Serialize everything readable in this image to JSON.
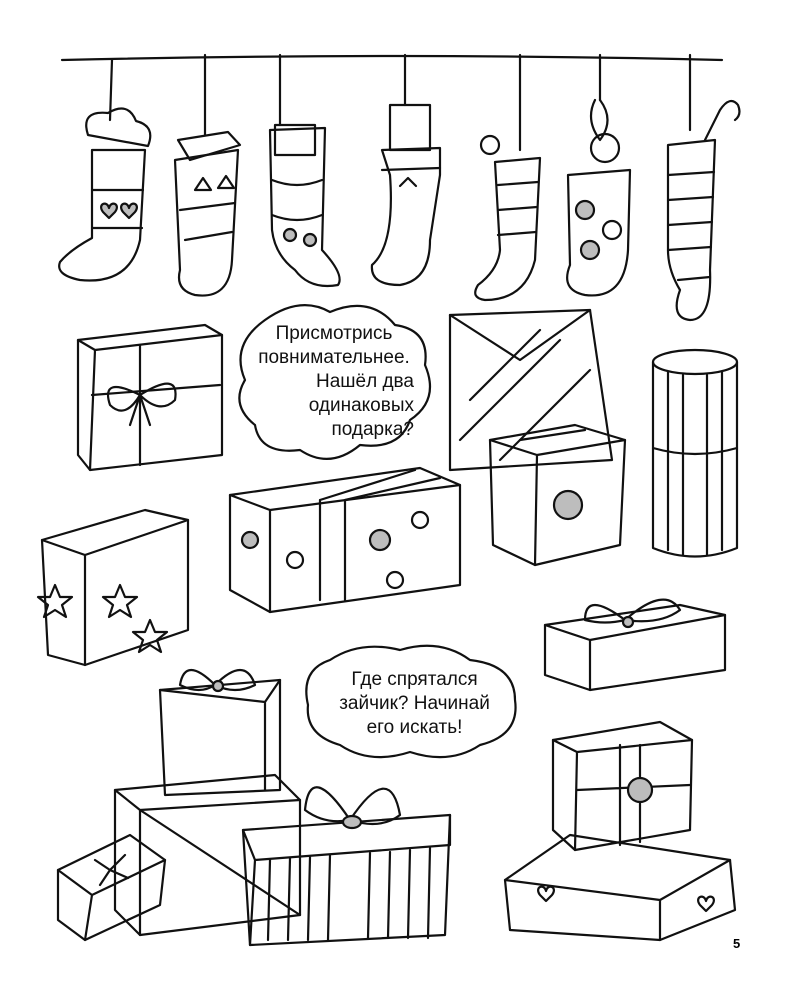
{
  "bubbles": {
    "top": {
      "lines": [
        "Присмотрись",
        "повнимательнее.",
        "Нашёл два",
        "одинаковых",
        "подарка?"
      ]
    },
    "bottom": {
      "lines": [
        "Где спрятался",
        "зайчик? Начинай",
        "его искать!"
      ]
    }
  },
  "page_number": "5"
}
